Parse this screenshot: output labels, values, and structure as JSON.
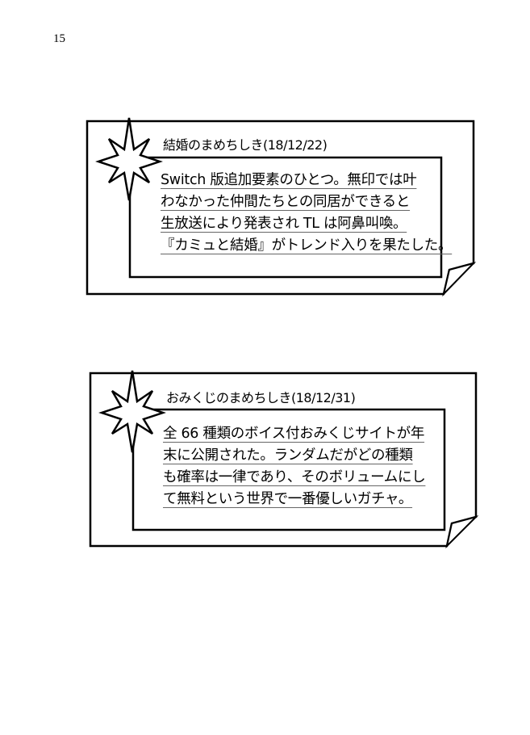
{
  "page": {
    "number": "15"
  },
  "cards": [
    {
      "title": "結婚のまめちしき(18/12/22)",
      "lines": [
        "Switch 版追加要素のひとつ。無印では叶",
        "わなかった仲間たちとの同居ができると",
        "生放送により発表され TL は阿鼻叫喚。",
        "『カミュと結婚』がトレンド入りを果たした。"
      ]
    },
    {
      "title": "おみくじのまめちしき(18/12/31)",
      "lines": [
        "全 66 種類のボイス付おみくじサイトが年",
        "末に公開された。ランダムだがどの種類",
        "も確率は一律であり、そのボリュームにし",
        "て無料という世界で一番優しいガチャ。"
      ]
    }
  ],
  "icons": {
    "star": "eight-point-star-icon",
    "curl": "page-curl-icon"
  }
}
